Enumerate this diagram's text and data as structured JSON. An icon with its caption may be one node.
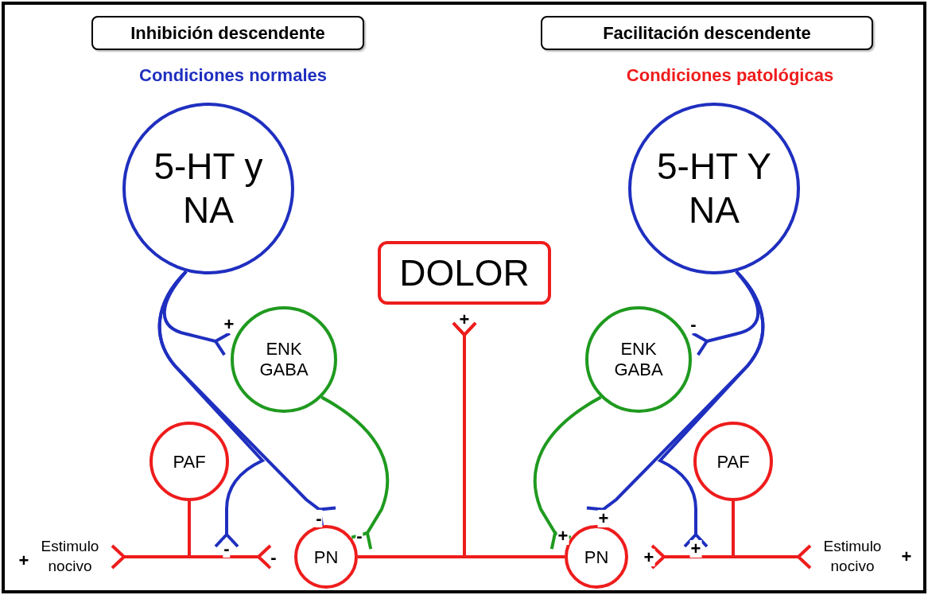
{
  "diagram": {
    "nodes": [
      {
        "text": [
          "Inhibición descendente"
        ]
      },
      {
        "text": [
          "Facilitación descendente"
        ]
      },
      {
        "text": [
          "5-HT y NA"
        ]
      },
      {
        "text": [
          "5-HT Y NA"
        ]
      },
      {
        "text": [
          "DOLOR"
        ]
      },
      {
        "text": [
          "ENK GABA"
        ]
      },
      {
        "text": [
          "ENK GABA"
        ]
      },
      {
        "text": [
          "PAF"
        ]
      },
      {
        "text": [
          "PAF"
        ]
      },
      {
        "text": [
          "Estimulo nocivo"
        ],
        "beside": [
          "+"
        ]
      },
      {
        "text": [
          "PN"
        ]
      },
      {
        "text": [
          "PN"
        ]
      },
      {
        "text": [
          "Estimulo nocivo"
        ],
        "beside": [
          "+"
        ]
      }
    ],
    "edges": [
      {
        "from": 2,
        "to": 5,
        "arrow": "other",
        "label": "+",
        "color": "#1f2fbf"
      },
      {
        "from": 2,
        "to": 10,
        "arrow": "other",
        "label": "-",
        "color": "#1f2fbf"
      },
      {
        "from": 2,
        "to": null,
        "arrow": "other",
        "label": "-",
        "color": "#1f2fbf"
      },
      {
        "from": 5,
        "to": 10,
        "arrow": "other",
        "label": "-",
        "color": "#1f9a1f"
      },
      {
        "from": 7,
        "to": 9,
        "arrow": "other",
        "color": "#ee1c1c"
      },
      {
        "from": 7,
        "to": 10,
        "arrow": "other",
        "label": "-",
        "color": "#ee1c1c"
      },
      {
        "from": 10,
        "to": 4,
        "arrow": "other",
        "color": "#ee1c1c"
      },
      {
        "from": 11,
        "to": 4,
        "arrow": "other",
        "color": "#ee1c1c"
      },
      {
        "from": 3,
        "to": 6,
        "arrow": "other",
        "label": "-",
        "color": "#1f2fbf"
      },
      {
        "from": 3,
        "to": 11,
        "arrow": "other",
        "label": "+",
        "color": "#1f2fbf"
      },
      {
        "from": 3,
        "to": null,
        "arrow": "other",
        "label": "+",
        "color": "#1f2fbf"
      },
      {
        "from": 6,
        "to": 11,
        "arrow": "other",
        "label": "+",
        "color": "#1f9a1f"
      },
      {
        "from": 8,
        "to": 12,
        "arrow": "other",
        "color": "#ee1c1c"
      },
      {
        "from": 8,
        "to": 11,
        "arrow": "other",
        "label": "+",
        "color": "#ee1c1c"
      }
    ],
    "labels": [
      "Condiciones normales",
      "Condiciones patológicas",
      "+"
    ]
  }
}
